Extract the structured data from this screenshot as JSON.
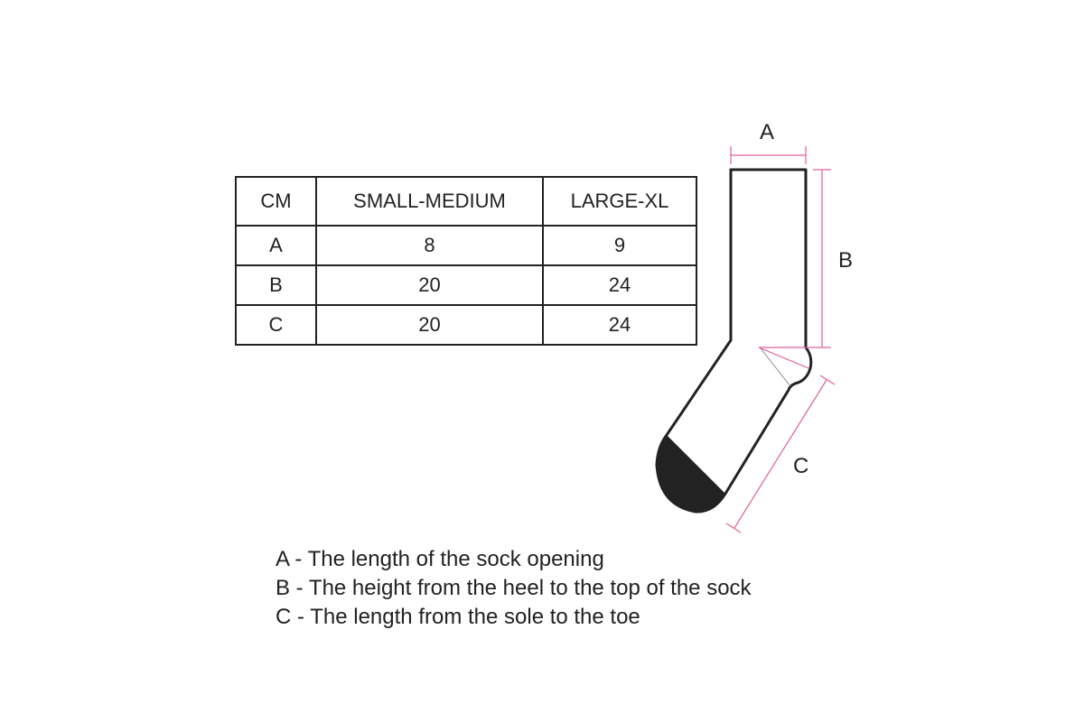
{
  "table": {
    "headers": [
      "CM",
      "SMALL-MEDIUM",
      "LARGE-XL"
    ],
    "rows": [
      [
        "A",
        "8",
        "9"
      ],
      [
        "B",
        "20",
        "24"
      ],
      [
        "C",
        "20",
        "24"
      ]
    ]
  },
  "diagram": {
    "label_a": "A",
    "label_b": "B",
    "label_c": "C",
    "dimension_color": "#e0609a",
    "outline_color": "#222222"
  },
  "legend": [
    "A - The length of the sock opening",
    "B - The height from the heel to the top of the sock",
    "C - The length from the sole to the toe"
  ]
}
